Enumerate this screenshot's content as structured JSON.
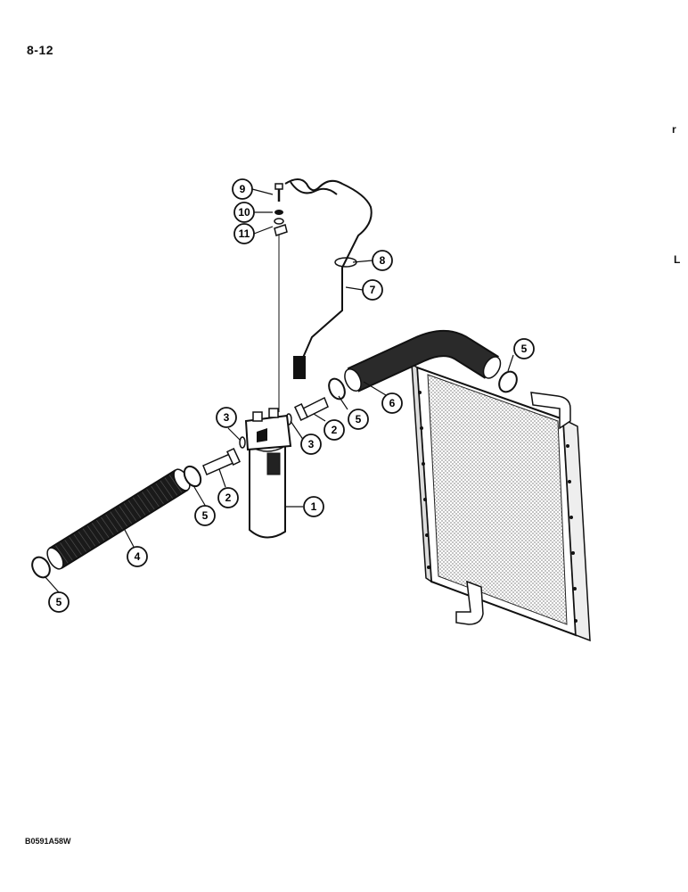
{
  "page": {
    "number": "8-12",
    "figure_code": "B0591A58W"
  },
  "margin_marks": [
    "r",
    "L"
  ],
  "callouts": [
    {
      "id": "c1",
      "label": "1"
    },
    {
      "id": "c2a",
      "label": "2"
    },
    {
      "id": "c2b",
      "label": "2"
    },
    {
      "id": "c3a",
      "label": "3"
    },
    {
      "id": "c3b",
      "label": "3"
    },
    {
      "id": "c4",
      "label": "4"
    },
    {
      "id": "c5a",
      "label": "5"
    },
    {
      "id": "c5b",
      "label": "5"
    },
    {
      "id": "c5c",
      "label": "5"
    },
    {
      "id": "c5d",
      "label": "5"
    },
    {
      "id": "c6",
      "label": "6"
    },
    {
      "id": "c7",
      "label": "7"
    },
    {
      "id": "c8",
      "label": "8"
    },
    {
      "id": "c9",
      "label": "9"
    },
    {
      "id": "c10",
      "label": "10"
    },
    {
      "id": "c11",
      "label": "11"
    }
  ]
}
